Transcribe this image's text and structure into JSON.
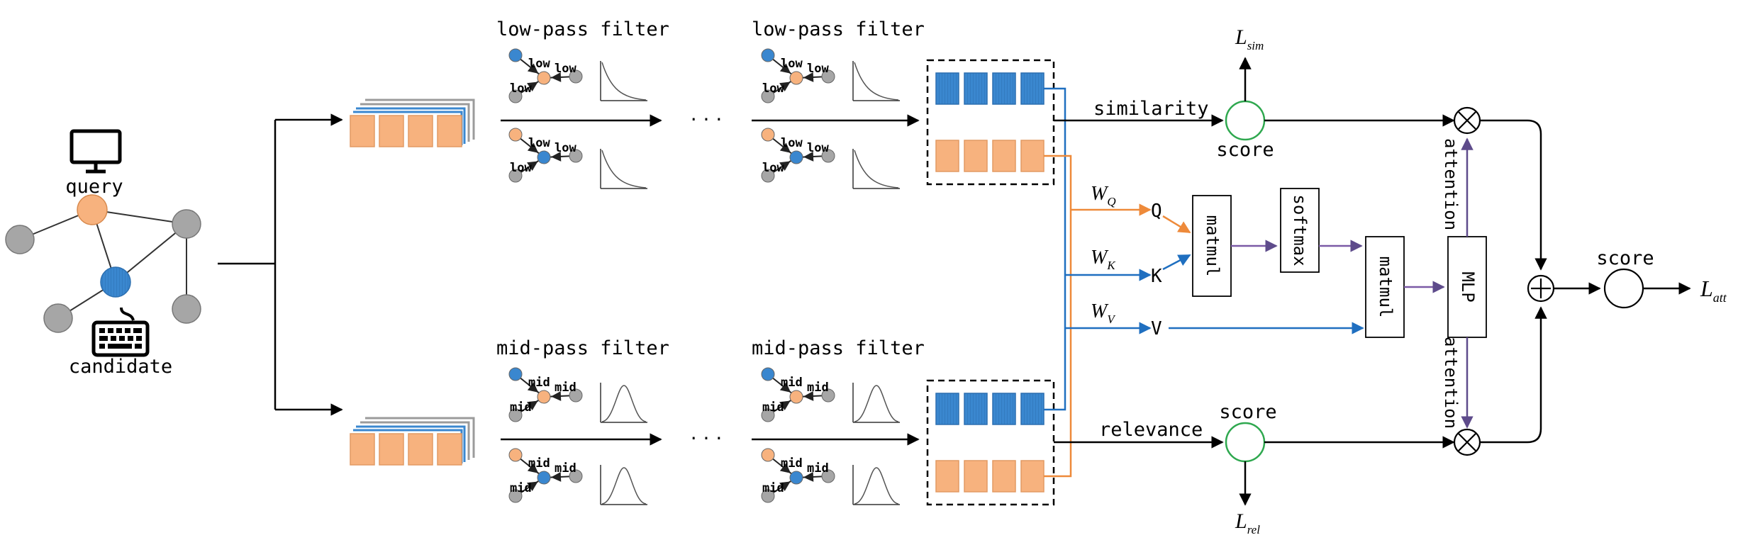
{
  "colors": {
    "orange": "#F7B27E",
    "blue": "#3A87CF",
    "gray": "#A6A6A6",
    "purple": "#7B5AA6",
    "green": "#2FA84F",
    "line_blue": "#1F6FC0",
    "line_orange": "#EE8A3A"
  },
  "graph": {
    "query_label": "query",
    "candidate_label": "candidate",
    "query_icon": "monitor-icon",
    "candidate_icon": "keyboard-icon"
  },
  "low_branch": {
    "title_1": "low-pass filter",
    "title_2": "low-pass filter",
    "edge_label": "low"
  },
  "mid_branch": {
    "title_1": "mid-pass filter",
    "title_2": "mid-pass filter",
    "edge_label": "mid"
  },
  "ellipsis": "· · ·",
  "attention": {
    "wq": "W",
    "wq_sub": "Q",
    "wk": "W",
    "wk_sub": "K",
    "wv": "W",
    "wv_sub": "V",
    "q": "Q",
    "k": "K",
    "v": "V",
    "matmul_1": "matmul",
    "softmax": "softmax",
    "matmul_2": "matmul",
    "mlp": "MLP",
    "attention_top": "attention",
    "attention_bottom": "attention"
  },
  "similarity": {
    "edge_label": "similarity",
    "score_label": "score",
    "loss": "L",
    "loss_sub": "sim"
  },
  "relevance": {
    "edge_label": "relevance",
    "score_label": "score",
    "loss": "L",
    "loss_sub": "rel"
  },
  "final": {
    "score_label": "score",
    "loss": "L",
    "loss_sub": "att",
    "multiply_symbol": "⊗",
    "add_symbol": "⊕"
  }
}
